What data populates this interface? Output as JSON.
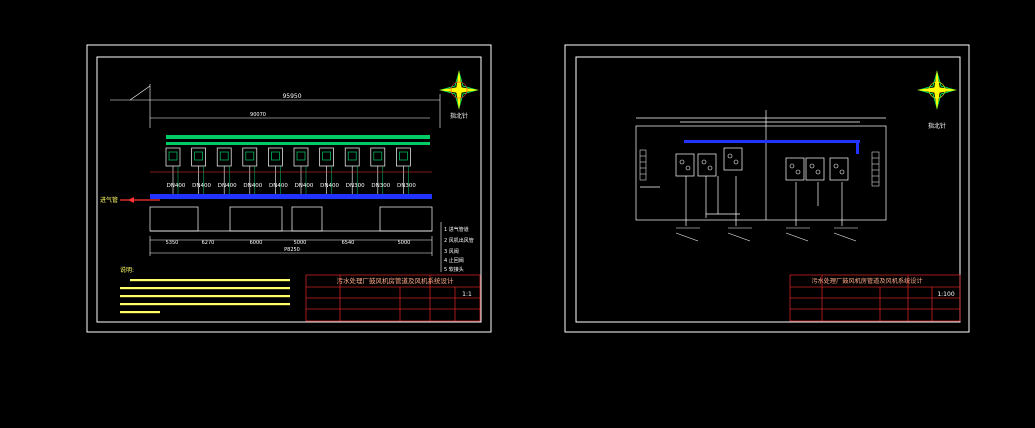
{
  "colors": {
    "background": "#000000",
    "frame": "#ffffff",
    "title_block": "#cc2222",
    "pipe": "#2233ff",
    "fitting": "#00cc66",
    "dim_text": "#ffffff",
    "compass": "#ffff00",
    "compass_outline": "#00ff66",
    "annotation": "#ffff66",
    "inlet_arrow": "#ff3333"
  },
  "left_sheet": {
    "dims": {
      "overall_top": "95950",
      "sub_top": "90070",
      "overall_bottom": "P8250",
      "segments": [
        "5350",
        "6270",
        "6000",
        "5000",
        "6540",
        "5000"
      ]
    },
    "pipe_labels": [
      "DN400",
      "DN400",
      "DN400",
      "DN400",
      "DN400",
      "DN400",
      "DN400",
      "DN300",
      "DN300",
      "DN300"
    ],
    "inlet_label": "进气管",
    "compass_label": "指北针",
    "note_heading": "说明:",
    "legend": [
      "1 进气管道",
      "2 风机出风管",
      "3 风阀",
      "4 止回阀",
      "5 软接头"
    ],
    "title_block": {
      "title": "污水处理厂鼓风机房管道及风机系统设计",
      "scale": "1:1"
    }
  },
  "right_sheet": {
    "compass_label": "指北针",
    "title_block": {
      "title": "污水处理厂鼓风机房管道及风机系统设计",
      "scale": "1:100"
    }
  }
}
